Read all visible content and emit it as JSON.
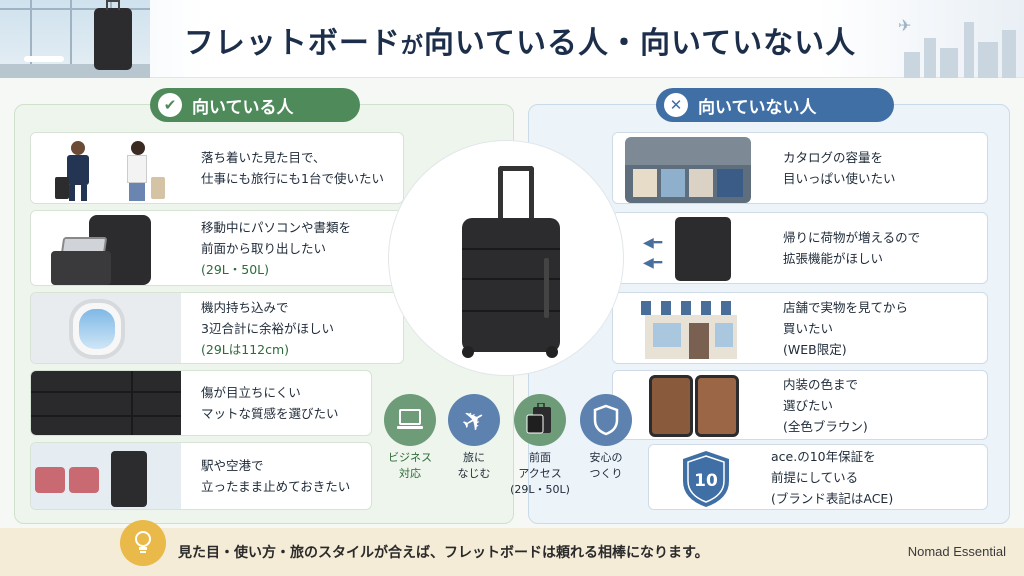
{
  "header": {
    "title_part1": "フレットボード",
    "title_part2": "が",
    "title_part3": "向いている人・向いていない人"
  },
  "good": {
    "pill_label": "向いている人",
    "items": [
      {
        "line1": "落ち着いた見た目で、",
        "line2": "仕事にも旅行にも1台で使いたい",
        "line3": ""
      },
      {
        "line1": "移動中にパソコンや書類を",
        "line2": "前面から取り出したい",
        "line3": "(29L・50L)"
      },
      {
        "line1": "機内持ち込みで",
        "line2": "3辺合計に余裕がほしい",
        "line3": "(29Lは112cm)"
      },
      {
        "line1": "傷が目立ちにくい",
        "line2": "マットな質感を選びたい",
        "line3": ""
      },
      {
        "line1": "駅や空港で",
        "line2": "立ったまま止めておきたい",
        "line3": ""
      }
    ]
  },
  "bad": {
    "pill_label": "向いていない人",
    "items": [
      {
        "line1": "カタログの容量を",
        "line2": "目いっぱい使いたい",
        "line3": ""
      },
      {
        "line1": "帰りに荷物が増えるので",
        "line2": "拡張機能がほしい",
        "line3": ""
      },
      {
        "line1": "店舗で実物を見てから",
        "line2": "買いたい",
        "line3": "(WEB限定)"
      },
      {
        "line1": "内装の色まで",
        "line2": "選びたい",
        "line3": "(全色ブラウン)"
      },
      {
        "line1": "ace.の10年保証を",
        "line2": "前提にしている",
        "line3": "(ブランド表記はACE)"
      }
    ]
  },
  "features": [
    {
      "line1": "ビジネス",
      "line2": "対応",
      "line3": "",
      "icon": "laptop-icon",
      "color": "#6e9c78"
    },
    {
      "line1": "旅に",
      "line2": "なじむ",
      "line3": "",
      "icon": "airplane-icon",
      "color": "#5d82b0"
    },
    {
      "line1": "前面",
      "line2": "アクセス",
      "line3": "(29L・50L)",
      "icon": "front-pocket-icon",
      "color": "#6e9c78"
    },
    {
      "line1": "安心の",
      "line2": "つくり",
      "line3": "",
      "icon": "shield-icon",
      "color": "#5d82b0"
    }
  ],
  "warranty_badge": "10",
  "footer": {
    "message": "見た目・使い方・旅のスタイルが合えば、フレットボードは頼れる相棒になります。",
    "brand": "Nomad Essential"
  },
  "colors": {
    "good_accent": "#4f8a5a",
    "bad_accent": "#3f6fa5",
    "title": "#1c2e4a",
    "footer_bg": "#f5ecd8",
    "bulb": "#e9b949"
  }
}
